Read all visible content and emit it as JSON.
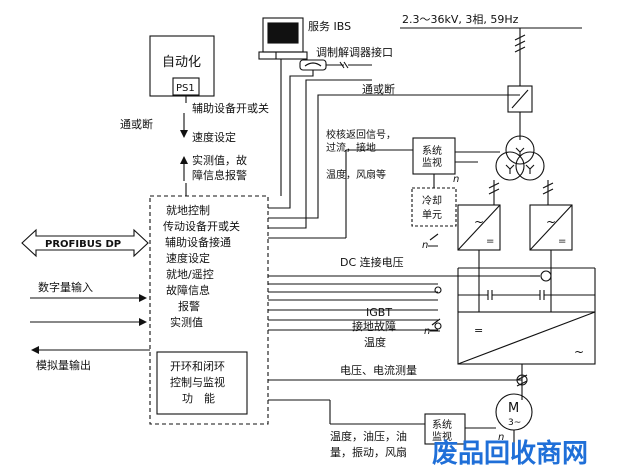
{
  "supply": {
    "label": "2.3～36kV, 3相, 59Hz"
  },
  "service": {
    "label": "服务 IBS",
    "modem_label": "调制解调器接口"
  },
  "automation": {
    "label": "自动化",
    "ps1": "PS1"
  },
  "left_labels": {
    "on_off": "通或断",
    "aux_switch": "辅助设备开或关",
    "speed_set": "速度设定",
    "measured_1": "实测值，故",
    "measured_2": "障信息报警"
  },
  "controller": {
    "lines": [
      "就地控制",
      "传动设备开或关",
      "辅助设备接通",
      "速度设定",
      "就地/遥控",
      "故障信息",
      "报警",
      "实测值"
    ],
    "inner_lines": [
      "开环和闭环",
      "控制与监视",
      "功　能"
    ]
  },
  "profibus": {
    "label": "PROFIBUS DP"
  },
  "digital_in": {
    "label": "数字量输入"
  },
  "analog_out": {
    "label": "模拟量输出"
  },
  "right_labels": {
    "on_off": "通或断",
    "feedback_1": "校核返回信号，",
    "feedback_2": "过流，接地",
    "temp_fan": "温度，风扇等",
    "dc_voltage": "DC 连接电压",
    "igbt": "IGBT",
    "ground_fault": "接地故障",
    "temperature": "温度",
    "volt_current": "电压、电流测量",
    "bottom_1": "温度，油压，油",
    "bottom_2": "量，振动，风扇"
  },
  "monitor_top": {
    "line1": "系统",
    "line2": "监视"
  },
  "cooling": {
    "line1": "冷却",
    "line2": "单元"
  },
  "monitor_bottom": {
    "line1": "系统",
    "line2": "监视"
  },
  "motor": {
    "label": "M",
    "sub": "3~"
  },
  "symbols": {
    "n": "n",
    "tilde": "~",
    "equals": "="
  },
  "watermark": {
    "text": "废品回收商网"
  },
  "colors": {
    "line": "#111111",
    "watermark": "#1f6fd8"
  }
}
